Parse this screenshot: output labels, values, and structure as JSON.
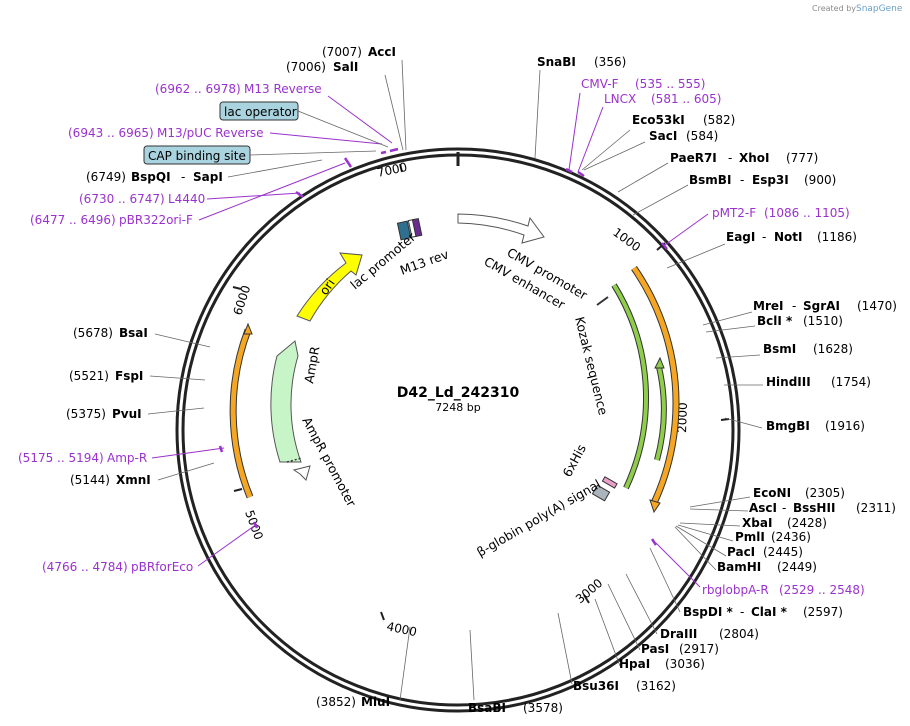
{
  "credit": {
    "prefix": "Created by",
    "brand": "SnapGene"
  },
  "plasmid": {
    "name": "D42_Ld_242310",
    "size": "7248 bp"
  },
  "ticks": [
    "1000",
    "2000",
    "3000",
    "4000",
    "5000",
    "6000",
    "7000"
  ],
  "sites": [
    {
      "names": [
        "AccI"
      ],
      "pos": "(7007)"
    },
    {
      "names": [
        "SalI"
      ],
      "pos": "(7006)"
    },
    {
      "names": [
        "SnaBI"
      ],
      "pos": "(356)"
    },
    {
      "names": [
        "Eco53kI"
      ],
      "pos": "(582)"
    },
    {
      "names": [
        "SacI"
      ],
      "pos": "(584)"
    },
    {
      "names": [
        "PaeR7I",
        "XhoI"
      ],
      "pos": "(777)"
    },
    {
      "names": [
        "BsmBI",
        "Esp3I"
      ],
      "pos": "(900)"
    },
    {
      "names": [
        "EagI",
        "NotI"
      ],
      "pos": "(1186)"
    },
    {
      "names": [
        "MreI",
        "SgrAI"
      ],
      "pos": "(1470)"
    },
    {
      "names": [
        "BclI *"
      ],
      "pos": "(1510)"
    },
    {
      "names": [
        "BsmI"
      ],
      "pos": "(1628)"
    },
    {
      "names": [
        "HindIII"
      ],
      "pos": "(1754)"
    },
    {
      "names": [
        "BmgBI"
      ],
      "pos": "(1916)"
    },
    {
      "names": [
        "EcoNI"
      ],
      "pos": "(2305)"
    },
    {
      "names": [
        "AscI",
        "BssHII"
      ],
      "pos": "(2311)"
    },
    {
      "names": [
        "XbaI"
      ],
      "pos": "(2428)"
    },
    {
      "names": [
        "PmlI"
      ],
      "pos": "(2436)"
    },
    {
      "names": [
        "PacI"
      ],
      "pos": "(2445)"
    },
    {
      "names": [
        "BamHI"
      ],
      "pos": "(2449)"
    },
    {
      "names": [
        "BspDI *",
        "ClaI *"
      ],
      "pos": "(2597)"
    },
    {
      "names": [
        "DraIII"
      ],
      "pos": "(2804)"
    },
    {
      "names": [
        "PasI"
      ],
      "pos": "(2917)"
    },
    {
      "names": [
        "HpaI"
      ],
      "pos": "(3036)"
    },
    {
      "names": [
        "Bsu36I"
      ],
      "pos": "(3162)"
    },
    {
      "names": [
        "BsaBI"
      ],
      "pos": "(3578)"
    },
    {
      "names": [
        "MluI"
      ],
      "pos": "(3852)"
    },
    {
      "names": [
        "XmnI"
      ],
      "pos": "(5144)"
    },
    {
      "names": [
        "PvuI"
      ],
      "pos": "(5375)"
    },
    {
      "names": [
        "FspI"
      ],
      "pos": "(5521)"
    },
    {
      "names": [
        "BsaI"
      ],
      "pos": "(5678)"
    },
    {
      "names": [
        "BspQI",
        "SapI"
      ],
      "pos": "(6749)"
    }
  ],
  "primers": [
    {
      "name": "M13 Reverse",
      "range": "(6962 .. 6978)"
    },
    {
      "name": "M13/pUC Reverse",
      "range": "(6943 .. 6965)"
    },
    {
      "name": "L4440",
      "range": "(6730 .. 6747)"
    },
    {
      "name": "pBR322ori-F",
      "range": "(6477 .. 6496)"
    },
    {
      "name": "CMV-F",
      "range": "(535 .. 555)"
    },
    {
      "name": "LNCX",
      "range": "(581 .. 605)"
    },
    {
      "name": "pMT2-F",
      "range": "(1086 .. 1105)"
    },
    {
      "name": "rbglobpA-R",
      "range": "(2529 .. 2548)"
    },
    {
      "name": "Amp-R",
      "range": "(5175 .. 5194)"
    },
    {
      "name": "pBRforEco",
      "range": "(4766 .. 4784)"
    }
  ],
  "boxed_features": [
    "lac operator",
    "CAP binding site"
  ],
  "features": {
    "cmv_promoter": "CMV promoter",
    "cmv_enhancer": "CMV enhancer",
    "kozak": "Kozak sequence",
    "his": "6xHis",
    "globin": "β-globin poly(A) signal",
    "ori": "ori",
    "lac_promoter": "lac promoter",
    "m13_rev": "M13 rev",
    "ampr": "AmpR",
    "ampr_promoter": "AmpR promoter"
  },
  "colors": {
    "backbone": "#222222",
    "primer": "#9a32cd",
    "orange_feature": "#f5a623",
    "green_feature": "#8fce4a",
    "ampr": "#c8f5c8",
    "ori": "#ffff00",
    "boxed": "#a9d3df"
  }
}
